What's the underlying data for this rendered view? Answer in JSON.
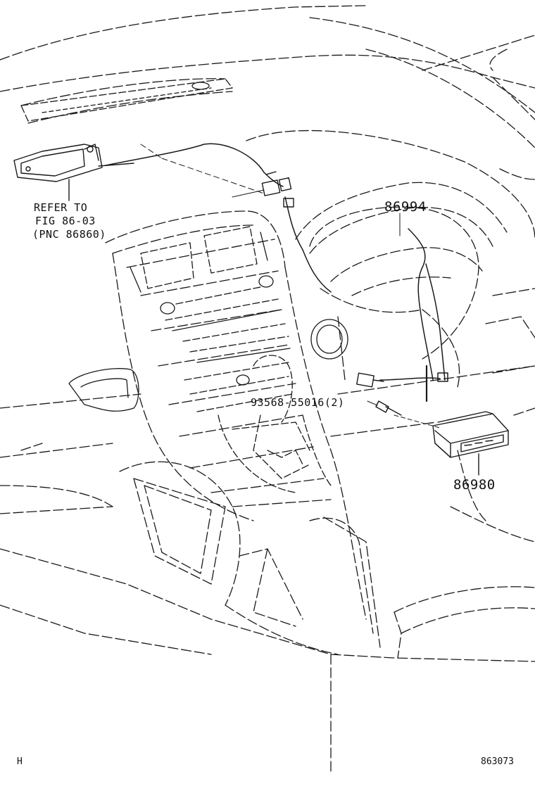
{
  "callouts": {
    "refer_line1": "REFER TO",
    "refer_line2": "FIG 86-03",
    "refer_line3": "(PNC 86860)",
    "part_86994": "86994",
    "part_93568": "93568-55016(2)",
    "part_86980": "86980"
  },
  "footer": {
    "left_code": "H",
    "figure_number": "863073"
  }
}
